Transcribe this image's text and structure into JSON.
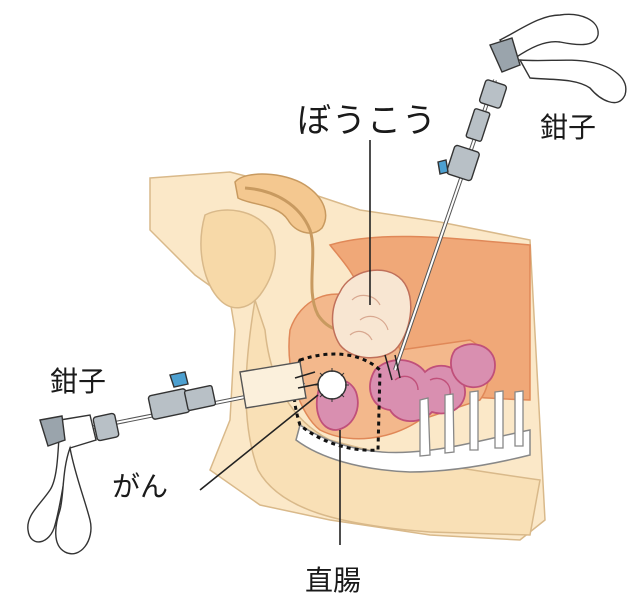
{
  "labels": {
    "bladder": "ぼうこう",
    "forceps_right": "鉗子",
    "forceps_left": "鉗子",
    "cancer": "がん",
    "rectum": "直腸"
  },
  "colors": {
    "skin": "#f7ddb0",
    "skin_edge": "#d9b98a",
    "organ_orange": "#f0a878",
    "organ_orange_dark": "#e08858",
    "intestine_pink": "#d98fb0",
    "intestine_outline": "#c0507a",
    "bladder_fill": "#f8d8c0",
    "bone": "#ffffff",
    "instrument_gray": "#9aa4ac",
    "instrument_dark": "#4a5258",
    "line": "#222222"
  }
}
